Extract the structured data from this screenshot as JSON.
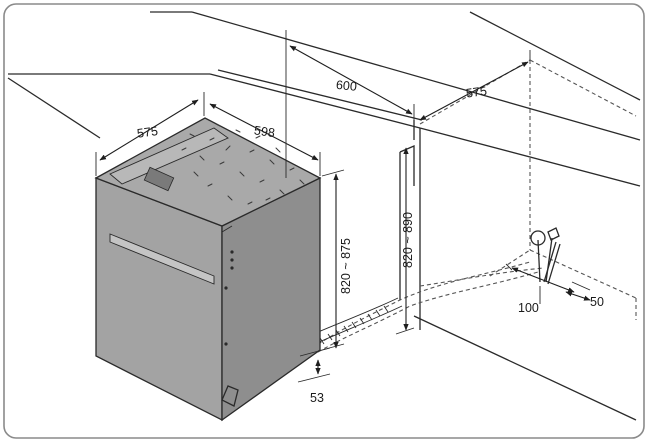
{
  "diagram": {
    "dimensions": {
      "dishwasher_depth": "575",
      "dishwasher_width": "598",
      "niche_width": "600",
      "niche_depth": "575",
      "niche_height": "820 ~ 890",
      "appliance_height": "820 ~ 875",
      "plinth_gap": "53",
      "outlet_distance": "100",
      "outlet_offset": "50"
    },
    "colors": {
      "appliance_body": "#a3a3a3",
      "appliance_side": "#8e8e8e",
      "top_surface": "#a9a9a9",
      "frame_border": "#8a8a8a"
    }
  }
}
